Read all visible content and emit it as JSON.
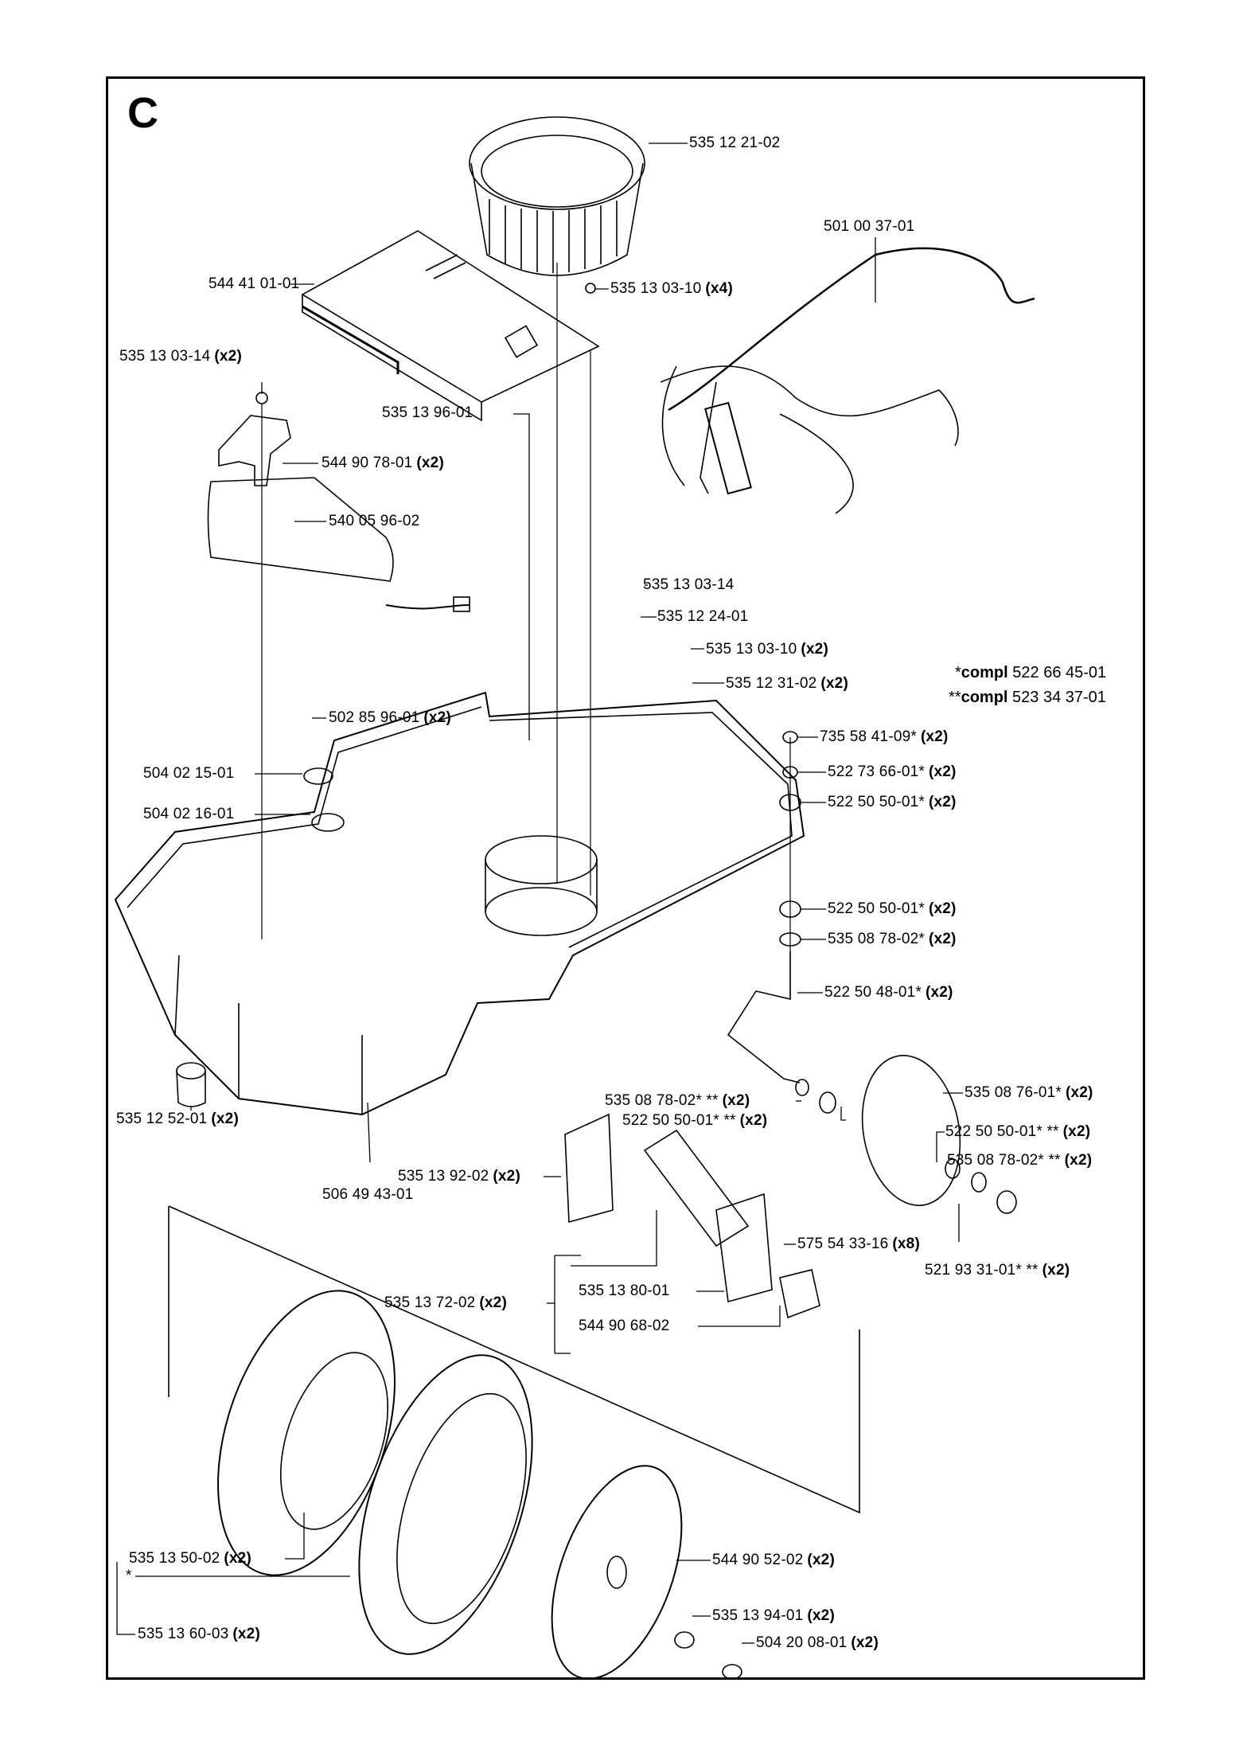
{
  "diagram": {
    "section_letter": "C",
    "notes": [
      {
        "prefix": "*",
        "label": "compl",
        "part": "522 66 45-01"
      },
      {
        "prefix": "**",
        "label": "compl",
        "part": "523 34 37-01"
      }
    ],
    "labels": [
      {
        "id": "l01",
        "part": "535 12 21-02",
        "qty": ""
      },
      {
        "id": "l02",
        "part": "501 00 37-01",
        "qty": ""
      },
      {
        "id": "l03",
        "part": "544 41 01-01",
        "qty": ""
      },
      {
        "id": "l04",
        "part": "535 13 03-10",
        "qty": "(x4)"
      },
      {
        "id": "l05",
        "part": "535 13 03-14",
        "qty": "(x2)"
      },
      {
        "id": "l06",
        "part": "535 13 96-01",
        "qty": ""
      },
      {
        "id": "l07",
        "part": "544 90 78-01",
        "qty": "(x2)"
      },
      {
        "id": "l08",
        "part": "540 05 96-02",
        "qty": ""
      },
      {
        "id": "l09",
        "part": "535 13 03-14",
        "qty": ""
      },
      {
        "id": "l10",
        "part": "535 12 24-01",
        "qty": ""
      },
      {
        "id": "l11",
        "part": "535 13 03-10",
        "qty": "(x2)"
      },
      {
        "id": "l12",
        "part": "535 12 31-02",
        "qty": "(x2)"
      },
      {
        "id": "l13",
        "part": "502 85 96-01",
        "qty": "(x2)"
      },
      {
        "id": "l14",
        "part": "504 02 15-01",
        "qty": ""
      },
      {
        "id": "l15",
        "part": "504 02 16-01",
        "qty": ""
      },
      {
        "id": "l16",
        "part": "735 58 41-09*",
        "qty": "(x2)"
      },
      {
        "id": "l17",
        "part": "522 73 66-01*",
        "qty": "(x2)"
      },
      {
        "id": "l18",
        "part": "522 50 50-01*",
        "qty": "(x2)"
      },
      {
        "id": "l19",
        "part": "522 50 50-01*",
        "qty": "(x2)"
      },
      {
        "id": "l20",
        "part": "535 08 78-02*",
        "qty": "(x2)"
      },
      {
        "id": "l21",
        "part": "522 50 48-01*",
        "qty": "(x2)"
      },
      {
        "id": "l22",
        "part": "535 08 78-02* **",
        "qty": "(x2)"
      },
      {
        "id": "l23",
        "part": "535 08 76-01*",
        "qty": "(x2)"
      },
      {
        "id": "l24",
        "part": "522 50 50-01* **",
        "qty": "(x2)"
      },
      {
        "id": "l25",
        "part": "522 50 50-01* **",
        "qty": "(x2)"
      },
      {
        "id": "l26",
        "part": "535 08 78-02* **",
        "qty": "(x2)"
      },
      {
        "id": "l27",
        "part": "535 12 52-01",
        "qty": "(x2)"
      },
      {
        "id": "l28",
        "part": "535 13 92-02",
        "qty": "(x2)"
      },
      {
        "id": "l29",
        "part": "506 49 43-01",
        "qty": ""
      },
      {
        "id": "l30",
        "part": "575 54 33-16",
        "qty": "(x8)"
      },
      {
        "id": "l31",
        "part": "521 93 31-01* **",
        "qty": "(x2)"
      },
      {
        "id": "l32",
        "part": "535 13 72-02",
        "qty": "(x2)"
      },
      {
        "id": "l33",
        "part": "535 13 80-01",
        "qty": ""
      },
      {
        "id": "l34",
        "part": "544 90 68-02",
        "qty": ""
      },
      {
        "id": "l35",
        "part": "535 13 50-02",
        "qty": "(x2)"
      },
      {
        "id": "l36",
        "part": "*",
        "qty": ""
      },
      {
        "id": "l37",
        "part": "544 90 52-02",
        "qty": "(x2)"
      },
      {
        "id": "l38",
        "part": "535 13 60-03",
        "qty": "(x2)"
      },
      {
        "id": "l39",
        "part": "535 13 94-01",
        "qty": "(x2)"
      },
      {
        "id": "l40",
        "part": "504 20 08-01",
        "qty": "(x2)"
      }
    ]
  }
}
